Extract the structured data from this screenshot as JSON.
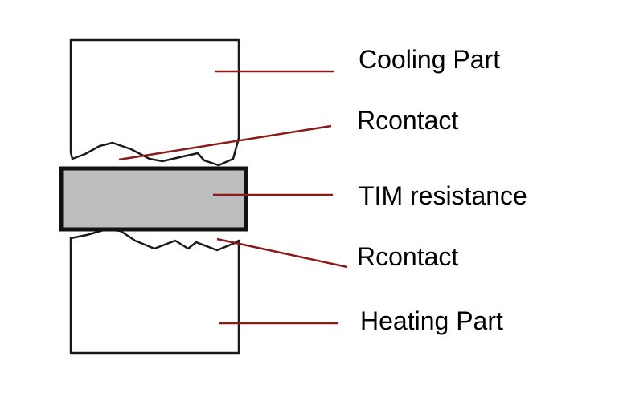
{
  "labels": {
    "cooling_part": "Cooling Part",
    "rcontact_top": "Rcontact",
    "tim_resistance": "TIM resistance",
    "rcontact_bottom": "Rcontact",
    "heating_part": "Heating Part"
  },
  "colors": {
    "outline": "#1a1a1a",
    "tim_fill": "#bdbdbd",
    "leader_line": "#8b1a1a",
    "text": "#000000"
  }
}
